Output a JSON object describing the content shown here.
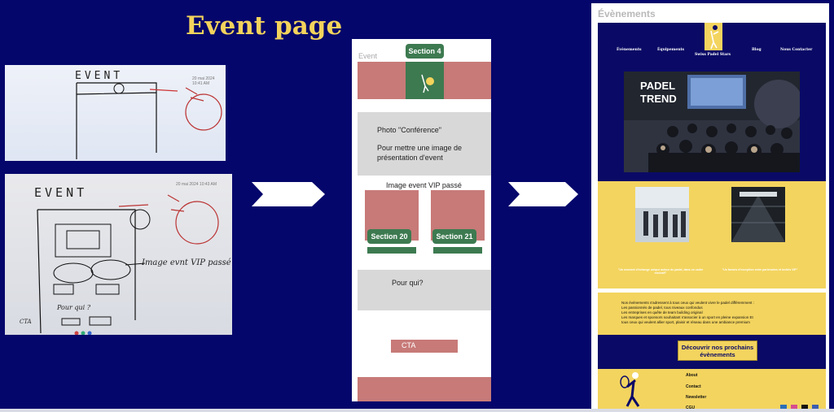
{
  "title": "Event page",
  "sketch1": {
    "label": "EVENT",
    "date": "20 mai 2024 10:41 AM"
  },
  "sketch2": {
    "label": "EVENT",
    "date": "20 mai 2024 10:43 AM",
    "vip_note": "Image evnt VIP passé",
    "pour_qui": "Pour qui ?",
    "cta": "CTA"
  },
  "wireframe": {
    "event_label": "Event",
    "section4": "Section 4",
    "photo_title": "Photo \"Conférence\"",
    "photo_desc": "Pour mettre une image de présentation d'event",
    "vip_title": "Image event VIP passé",
    "section20": "Section 20",
    "section21": "Section 21",
    "pour_qui": "Pour qui?",
    "cta": "CTA"
  },
  "final": {
    "page_title": "Évènements",
    "nav": [
      "Évènements",
      "Équipements",
      "Blog",
      "Nous  Contacter"
    ],
    "brand": "Swiss Padel Stars",
    "hero_sign": "PADEL TREND",
    "caption_left": "\"Un moment d'échange unique autour du padel, dans un cadre exclusif\"",
    "caption_right": "\"Un favoris d'exception entre partenaires et invités VIP\"",
    "pour_lines": [
      "Nos événements s'adressent à tous ceux qui veulent vivre le padel différemment :",
      "Les passionnés de padel, tous niveaux confondus",
      "Les entreprises en quête de team building original",
      "Les marques et sponsors souhaitant s'associer à un sport en pleine expansion    Et",
      "tous ceux qui veulent allier sport, plaisir et réseau dans une ambiance premium"
    ],
    "cta_button": "Découvrir nos prochains évènements",
    "footer_links": [
      "About",
      "Contact",
      "Newsletter",
      "CGU"
    ]
  },
  "colors": {
    "navy": "#04066b",
    "gold": "#f3d35c",
    "pink": "#c77a78",
    "green": "#3d7a50"
  }
}
